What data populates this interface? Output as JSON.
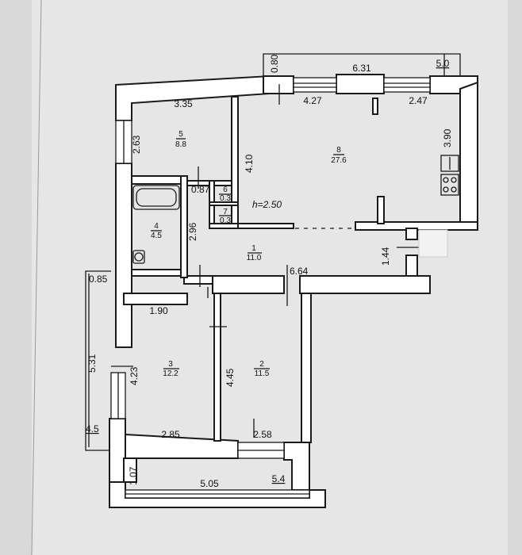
{
  "ceiling_height": "h=2.50",
  "rooms": [
    {
      "id": "1",
      "area": "11.0"
    },
    {
      "id": "2",
      "area": "11.5"
    },
    {
      "id": "3",
      "area": "12.2"
    },
    {
      "id": "4",
      "area": "4.5"
    },
    {
      "id": "5",
      "area": "8.8"
    },
    {
      "id": "6",
      "area": "0.3"
    },
    {
      "id": "7",
      "area": "0.3"
    },
    {
      "id": "8",
      "area": "27.6"
    }
  ],
  "dimensions": {
    "d080": "0.80",
    "d631": "6.31",
    "d50": "5.0",
    "d335": "3.35",
    "d427": "4.27",
    "d247": "2.47",
    "d263": "2.63",
    "d410": "4.10",
    "d390": "3.90",
    "d087": "0.87",
    "d296": "2.96",
    "d144": "1.44",
    "d085": "0.85",
    "d664": "6.64",
    "d190": "1.90",
    "d531": "5.31",
    "d423": "4.23",
    "d445": "4.45",
    "d45": "4.5",
    "d285": "2.85",
    "d258": "2.58",
    "d107": "1.07",
    "d505": "5.05",
    "d54": "5.4"
  }
}
